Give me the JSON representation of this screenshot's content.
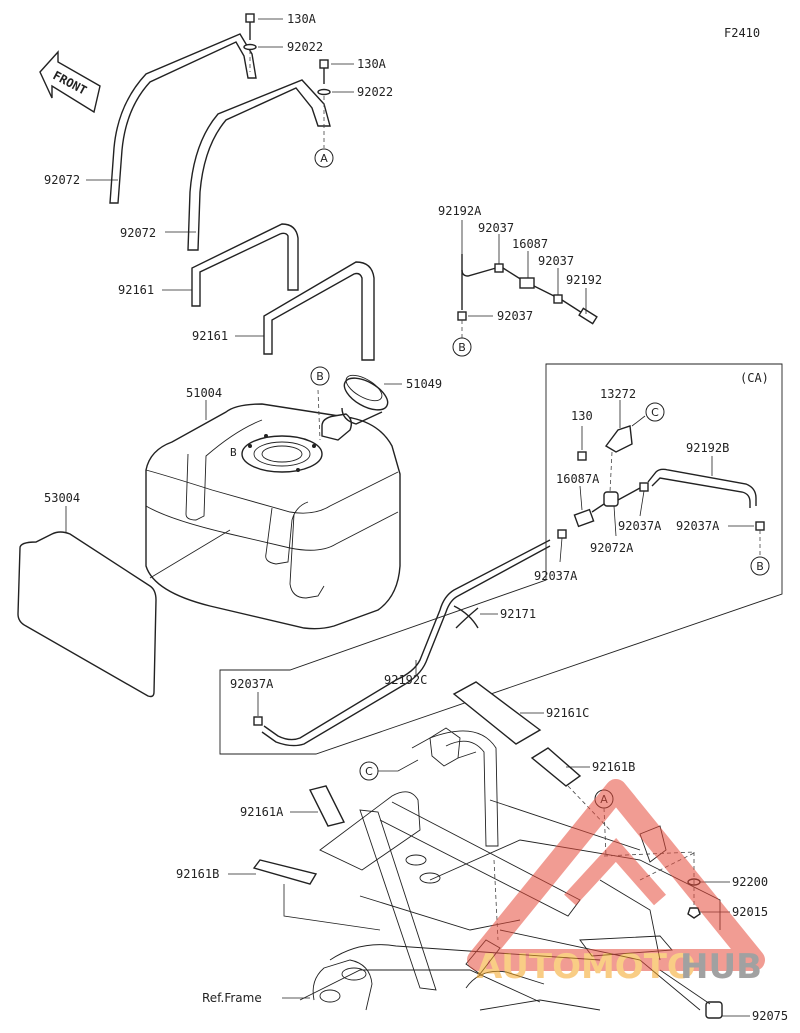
{
  "figure_code": "F2410",
  "front_label": "FRONT",
  "ref_frame": "Ref.Frame",
  "ca_label": "(CA)",
  "watermark": {
    "word_a": "AUTOMOTO",
    "word_b": "HUB",
    "color_a": "#f5a623",
    "color_b": "#555555",
    "triangle_color": "#e74c3c"
  },
  "callouts": {
    "a": "A",
    "b": "B",
    "c": "C"
  },
  "parts": {
    "p130a_1": "130A",
    "p92022_1": "92022",
    "p130a_2": "130A",
    "p92022_2": "92022",
    "p92072_1": "92072",
    "p92072_2": "92072",
    "p92161_1": "92161",
    "p92161_2": "92161",
    "p92192a": "92192A",
    "p92037_1": "92037",
    "p16087": "16087",
    "p92037_2": "92037",
    "p92192": "92192",
    "p92037_3": "92037",
    "p51004": "51004",
    "p51049": "51049",
    "p53004": "53004",
    "p130": "130",
    "p13272": "13272",
    "p92192b": "92192B",
    "p16087a": "16087A",
    "p92037a_1": "92037A",
    "p92037a_2": "92037A",
    "p92072a": "92072A",
    "p92037a_3": "92037A",
    "p92171": "92171",
    "p92037a_4": "92037A",
    "p92192c": "92192C",
    "p92161c": "92161C",
    "p92161b_1": "92161B",
    "p92161a": "92161A",
    "p92200": "92200",
    "p92161b_2": "92161B",
    "p92015": "92015",
    "p92075": "92075"
  }
}
